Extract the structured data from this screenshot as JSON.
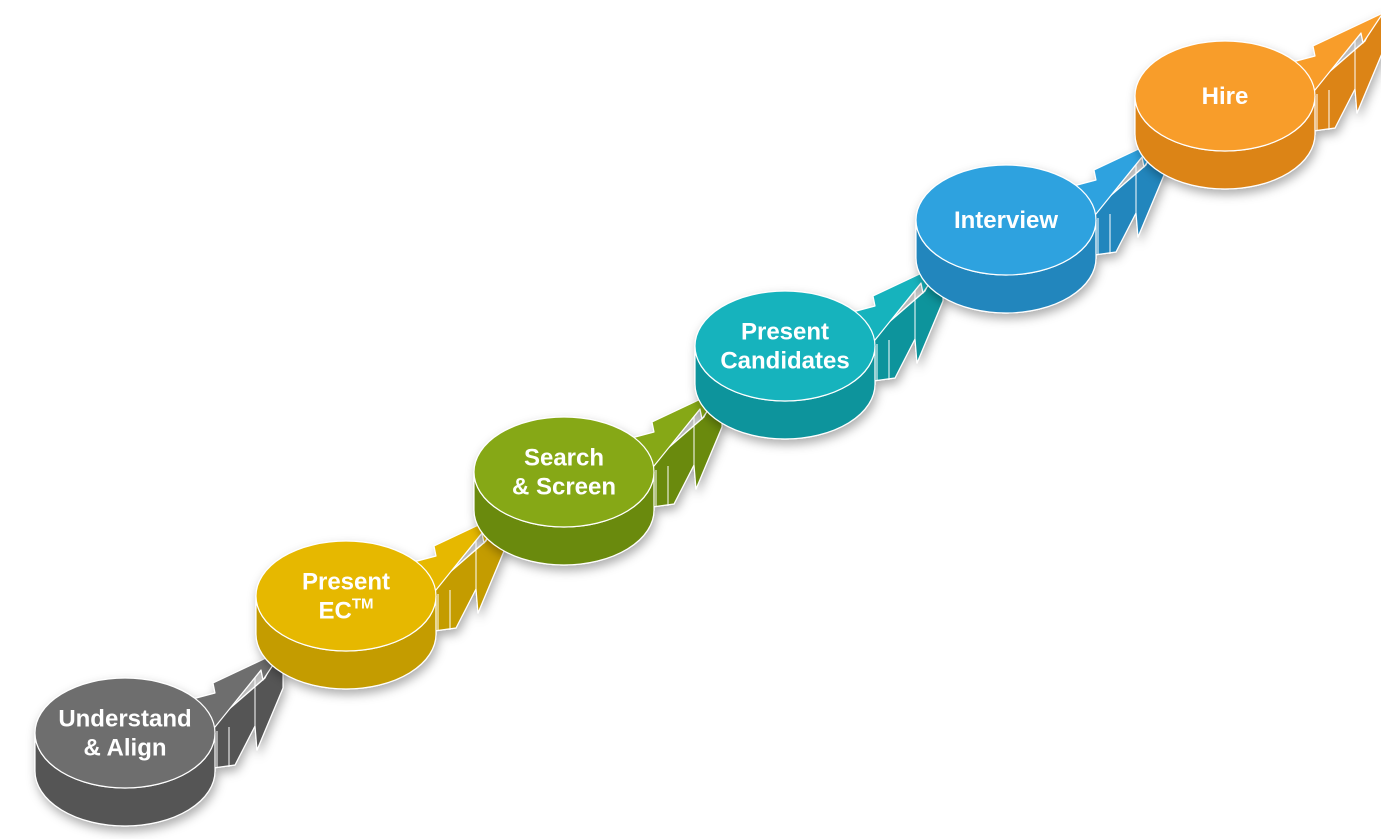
{
  "diagram": {
    "steps": [
      {
        "id": "understand",
        "lines": [
          "Understand",
          "& Align"
        ],
        "color": "#6e6e6e",
        "side": "#555555",
        "arrow": "#6e6e6e"
      },
      {
        "id": "present-ec",
        "lines": [
          "Present",
          "EC"
        ],
        "superscript": "TM",
        "color": "#e6b800",
        "side": "#c49c00",
        "arrow": "#e6b800"
      },
      {
        "id": "search",
        "lines": [
          "Search",
          "& Screen"
        ],
        "color": "#86a812",
        "side": "#6b8a0c",
        "arrow": "#86a812"
      },
      {
        "id": "present-candidates",
        "lines": [
          "Present",
          "Candidates"
        ],
        "color": "#17b3bd",
        "side": "#11949c",
        "arrow": "#17b3bd"
      },
      {
        "id": "interview",
        "lines": [
          "Interview"
        ],
        "color": "#2ea2df",
        "side": "#2286bd",
        "arrow": "#2ea2df"
      },
      {
        "id": "hire",
        "lines": [
          "Hire"
        ],
        "color": "#f89d2a",
        "side": "#dc8418",
        "arrow": "#f89d2a"
      }
    ]
  }
}
